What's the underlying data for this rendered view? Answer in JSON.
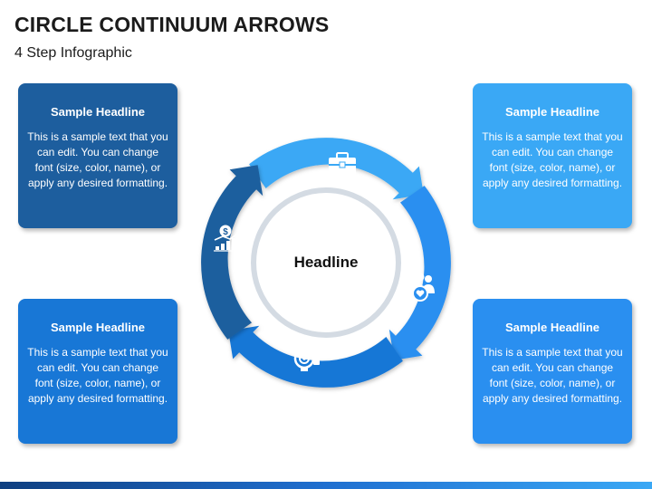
{
  "header": {
    "title": "CIRCLE CONTINUUM ARROWS",
    "subtitle": "4 Step Infographic"
  },
  "center": {
    "headline": "Headline"
  },
  "cards": [
    {
      "position": "top-left",
      "headline": "Sample Headline",
      "body": "This is a sample text that you can edit. You can change font (size, color, name), or apply any desired formatting.",
      "color": "#1d5e9e"
    },
    {
      "position": "bottom-left",
      "headline": "Sample Headline",
      "body": "This is a sample text that you can edit. You can change font (size, color, name), or apply any desired formatting.",
      "color": "#1877d6"
    },
    {
      "position": "top-right",
      "headline": "Sample Headline",
      "body": "This is a sample text that you can edit. You can change font (size, color, name), or apply any desired formatting.",
      "color": "#3aa8f5"
    },
    {
      "position": "bottom-right",
      "headline": "Sample Headline",
      "body": "This is a sample text that you can edit. You can change font (size, color, name), or apply any desired formatting.",
      "color": "#2a8ff0"
    }
  ],
  "segments": [
    {
      "icon": "briefcase-icon",
      "color": "#3aa8f5"
    },
    {
      "icon": "team-heart-icon",
      "color": "#2a8ff0"
    },
    {
      "icon": "target-icon",
      "color": "#1877d6"
    },
    {
      "icon": "money-growth-chart-icon",
      "color": "#1d5e9e"
    }
  ]
}
